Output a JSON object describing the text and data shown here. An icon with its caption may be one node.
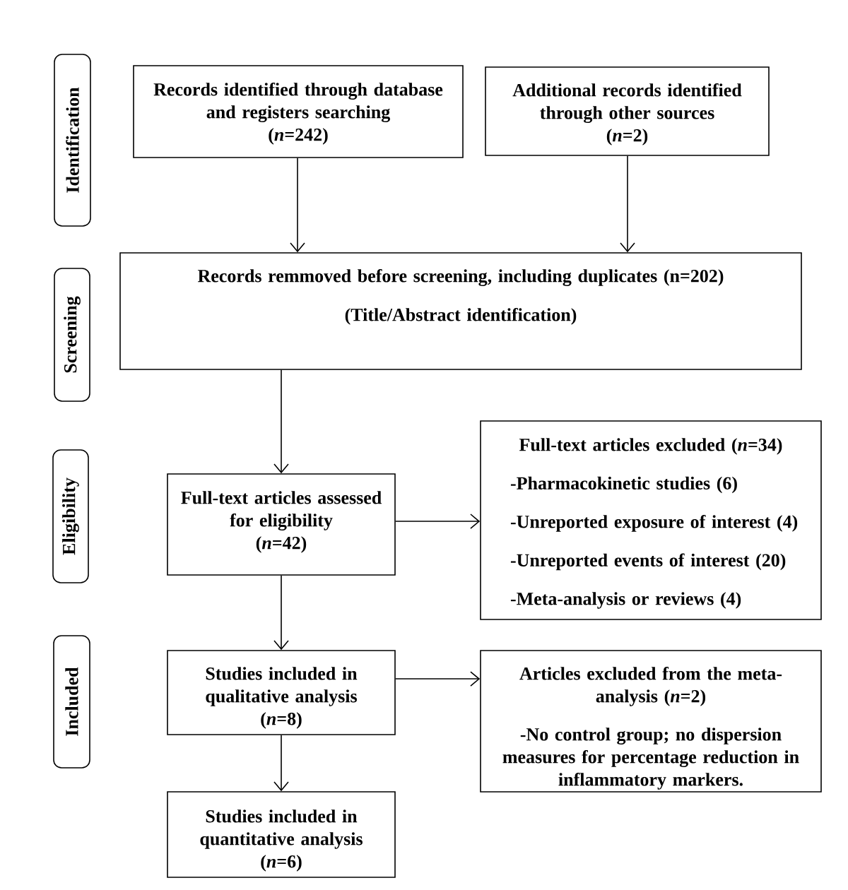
{
  "diagram": {
    "nodes": [
      {
        "text": [
          "Identification"
        ]
      },
      {
        "text": [
          "Records identified through database and registers searching",
          "(*n*=242)"
        ]
      },
      {
        "text": [
          "Additional records identified through other sources",
          "(*n*=2)"
        ]
      },
      {
        "text": [
          "Screening"
        ]
      },
      {
        "text": [
          "Records remmoved before screening, including duplicates (n=202)",
          "(Title/Abstract identification)"
        ]
      },
      {
        "text": [
          "Eligibility"
        ]
      },
      {
        "text": [
          "Full-text articles assessed for eligibility",
          "(*n*=42)"
        ]
      },
      {
        "text": [
          "Full-text articles excluded (*n*=34)",
          "-Pharmacokinetic studies (6)",
          "-Unreported exposure of interest (4)",
          "-Unreported events of interest (20)",
          "-Meta-analysis or reviews (4)"
        ]
      },
      {
        "text": [
          "Included"
        ]
      },
      {
        "text": [
          "Studies included in qualitative analysis",
          "(*n*=8)"
        ]
      },
      {
        "text": [
          "Articles excluded from the meta-analysis (*n*=2)",
          "-No control group; no dispersion measures for percentage reduction in inflammatory markers."
        ]
      },
      {
        "text": [
          "Studies included in quantitative analysis",
          "(*n*=6)"
        ]
      }
    ],
    "edges": [
      {
        "from": 1,
        "to": 4,
        "arrow": "to"
      },
      {
        "from": 2,
        "to": 4,
        "arrow": "to"
      },
      {
        "from": 4,
        "to": 6,
        "arrow": "to"
      },
      {
        "from": 6,
        "to": 7,
        "arrow": "to"
      },
      {
        "from": 6,
        "to": 9,
        "arrow": "to"
      },
      {
        "from": 9,
        "to": 10,
        "arrow": "to"
      },
      {
        "from": 9,
        "to": 11,
        "arrow": "to"
      }
    ]
  }
}
